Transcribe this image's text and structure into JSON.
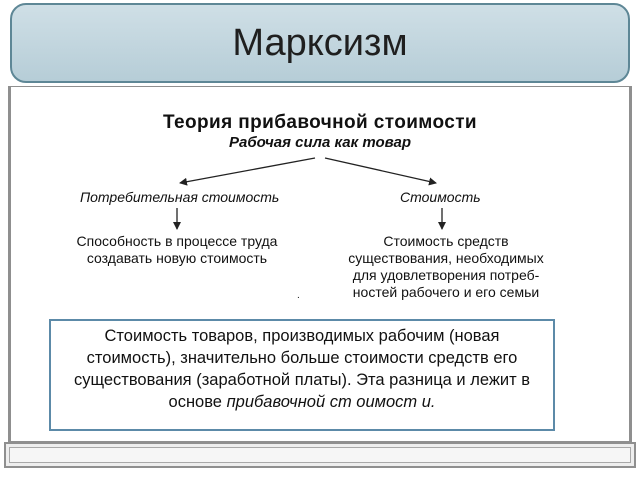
{
  "slide": {
    "title": "Марксизм"
  },
  "diagram": {
    "heading": "Теория прибавочной стоимости",
    "subheading": "Рабочая сила как товар",
    "left_branch": {
      "label": "Потребительная стоимость",
      "description_lines": [
        "Способность в процессе труда",
        "создавать новую стоимость"
      ]
    },
    "right_branch": {
      "label": "Стоимость",
      "description_lines": [
        "Стоимость средств",
        "существования, необходимых",
        "для удовлетворения потреб-",
        "ностей рабочего и его семьи"
      ]
    },
    "dot": "."
  },
  "info_box": {
    "lines": [
      "Стоимость товаров, производимых рабочим (новая",
      "стоимость), значительно больше стоимости средств его",
      "существования (заработной платы). Эта разница и лежит в"
    ],
    "last_line_prefix": "основе ",
    "last_line_emphasis": "прибавочной ст оимост и."
  },
  "colors": {
    "title_bar_fill": "#c4d7df",
    "title_bar_border": "#5e8796",
    "info_box_border": "#5c8aa8",
    "frame_border": "#8f8f8f"
  }
}
